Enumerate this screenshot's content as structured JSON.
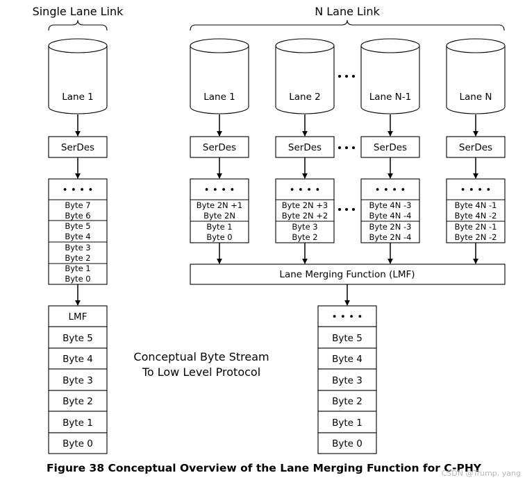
{
  "labels": {
    "single_lane_link": "Single Lane Link",
    "n_lane_link": "N Lane Link",
    "serdes": "SerDes",
    "lmf_full": "Lane Merging Function (LMF)",
    "lmf": "LMF",
    "dots": "• • • •",
    "stream_line1": "Conceptual Byte Stream",
    "stream_line2": "To Low Level Protocol",
    "caption": "Figure 38 Conceptual Overview of the Lane Merging Function for C-PHY",
    "watermark": "CSDN @Trump. yang"
  },
  "single_lane": {
    "lane": "Lane 1",
    "bytes": [
      "Byte 7",
      "Byte 6",
      "Byte 5",
      "Byte 4",
      "Byte 3",
      "Byte 2",
      "Byte 1",
      "Byte 0"
    ]
  },
  "n_lanes": [
    {
      "lane": "Lane 1",
      "bytes": [
        "Byte 2N +1",
        "Byte 2N",
        "Byte 1",
        "Byte 0"
      ]
    },
    {
      "lane": "Lane 2",
      "bytes": [
        "Byte 2N +3",
        "Byte 2N +2",
        "Byte 3",
        "Byte 2"
      ]
    },
    {
      "lane": "Lane N-1",
      "bytes": [
        "Byte 4N -3",
        "Byte 4N -4",
        "Byte 2N -3",
        "Byte 2N -4"
      ]
    },
    {
      "lane": "Lane N",
      "bytes": [
        "Byte 4N -1",
        "Byte 4N -2",
        "Byte 2N -1",
        "Byte 2N -2"
      ]
    }
  ],
  "left_stream": [
    "Byte 5",
    "Byte 4",
    "Byte 3",
    "Byte 2",
    "Byte 1",
    "Byte 0"
  ],
  "right_stream": [
    "Byte 5",
    "Byte 4",
    "Byte 3",
    "Byte 2",
    "Byte 1",
    "Byte 0"
  ]
}
